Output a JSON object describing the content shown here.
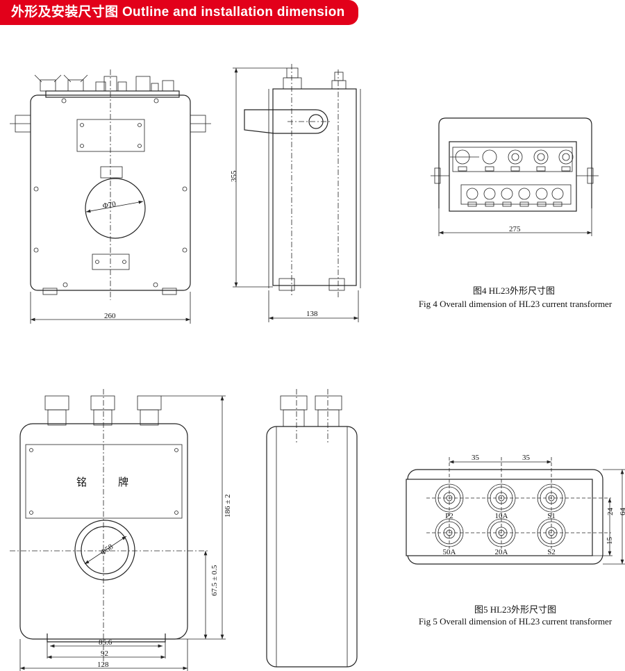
{
  "header": {
    "title": "外形及安装尺寸图 Outline and installation dimension",
    "color": "#e2001a"
  },
  "fig4": {
    "dims": {
      "width_front": "260",
      "height": "355",
      "depth": "138",
      "top_width": "275",
      "bore": "Φ70"
    },
    "caption_cn": "图4 HL23外形尺寸图",
    "caption_en": "Fig 4 Overall dimension of HL23 current transformer"
  },
  "fig5": {
    "dims": {
      "height": "186 ± 2",
      "bore_height": "67.5 ± 0.5",
      "w1": "85.6",
      "w2": "92",
      "w3": "128",
      "bore": "Φ58",
      "pitch1": "35",
      "pitch2": "35",
      "row": "24",
      "bottom": "15",
      "total": "64"
    },
    "nameplate": [
      "铭",
      "牌"
    ],
    "terminals_top": [
      "P2",
      "10A",
      "S1"
    ],
    "terminals_bottom": [
      "50A",
      "20A",
      "S2"
    ],
    "caption_cn": "图5 HL23外形尺寸图",
    "caption_en": "Fig 5 Overall dimension of HL23 current transformer"
  }
}
